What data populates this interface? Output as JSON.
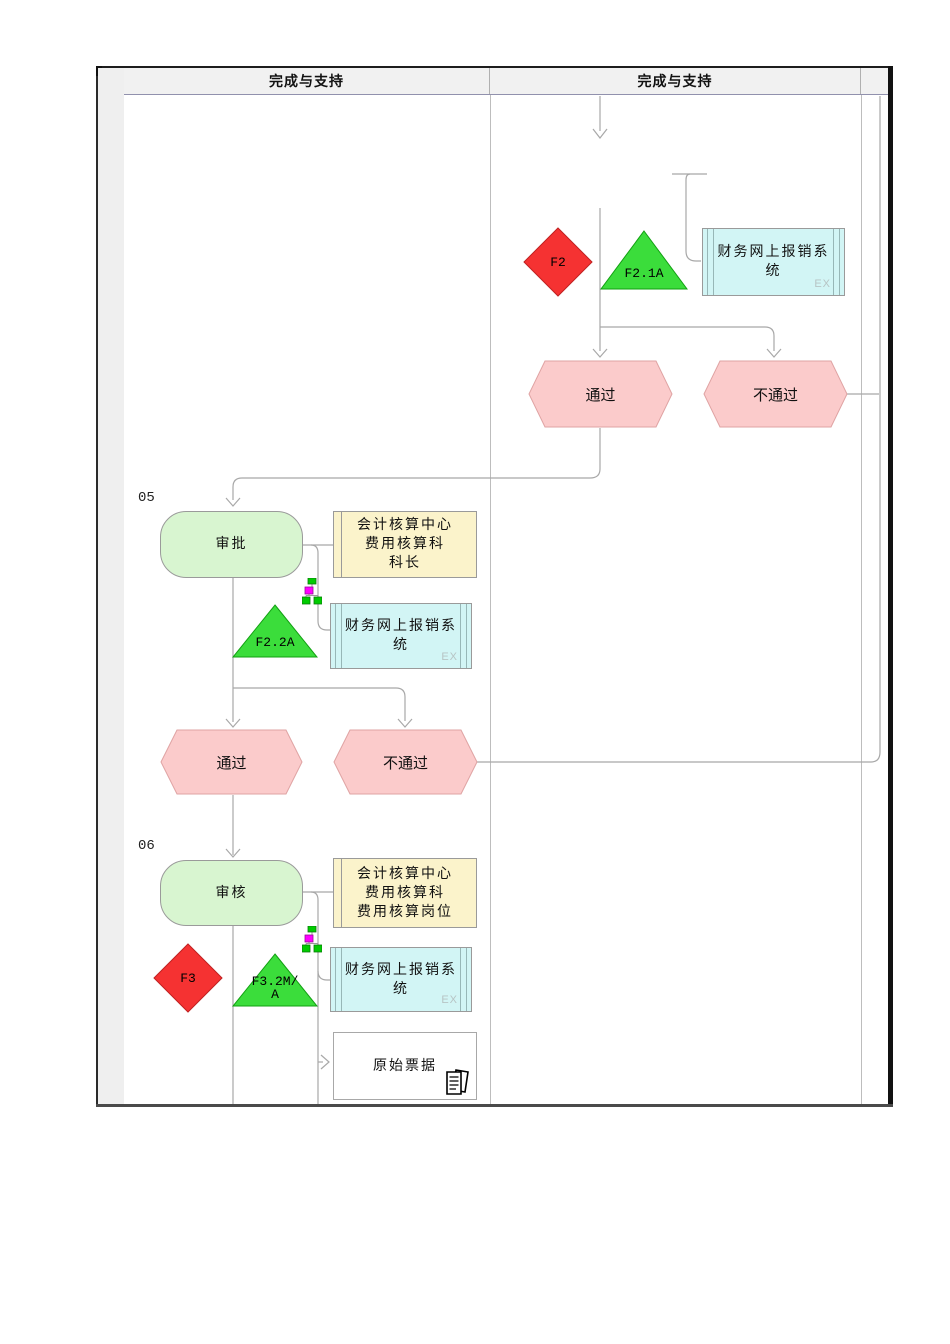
{
  "header": {
    "lane1": "完成与支持",
    "lane2": "完成与支持"
  },
  "steps": {
    "step05_number": "05",
    "step05_label": "审批",
    "step06_number": "06",
    "step06_label": "审核"
  },
  "events": {
    "pass1": "通过",
    "fail1": "不通过",
    "pass2": "通过",
    "fail2": "不通过"
  },
  "markers": {
    "f2": "F2",
    "f2_1a": "F2.1A",
    "f2_2a": "F2.2A",
    "f3": "F3",
    "f3_2ma": "F3.2M/A"
  },
  "roles": {
    "role05": "会计核算中心\n费用核算科\n科长",
    "role06": "会计核算中心\n费用核算科\n费用核算岗位"
  },
  "systems": {
    "sys1": "财务网上报销系统",
    "sys2": "财务网上报销系统",
    "sys3": "财务网上报销系统",
    "type_badge": "EX"
  },
  "documents": {
    "doc1": "原始票据"
  },
  "colors": {
    "function_fill": "#d8f5d0",
    "role_fill": "#fbf3cb",
    "system_fill": "#d2f5f5",
    "event_fill": "#fbcbcb",
    "risk_fill": "#f53232",
    "control_fill": "#3bdd3b",
    "org_icon_green": "#00cc00",
    "org_icon_magenta": "#ff00ff",
    "connector": "#a8a8a8"
  }
}
